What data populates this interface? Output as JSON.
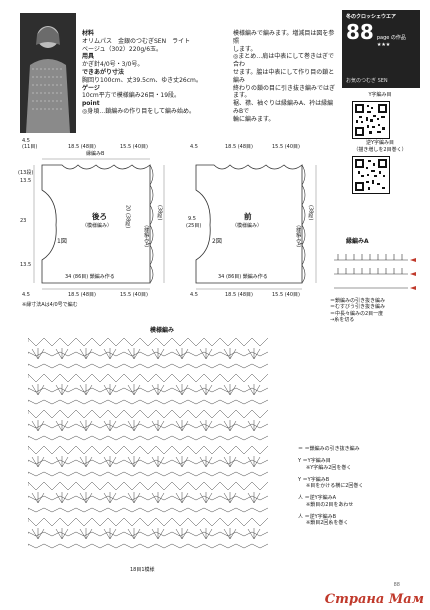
{
  "materials": {
    "heading": "材料",
    "yarn_line": "オリムパス　金銀のつむぎSEN　ライト",
    "yarn_detail": "ベージュ（302）220g/6玉。",
    "tools_heading": "用具",
    "tools": "かぎ針4/0号・3/0号。",
    "size_heading": "できあがり寸法",
    "size": "胸回り100cm、丈39.5cm、ゆき丈26cm。",
    "gauge_heading": "ゲージ",
    "gauge": "10cm平方で模様編み26目・19段。",
    "point_heading": "point",
    "point": "◎身頃…鎖編みの作り目をして編み始め。"
  },
  "instructions": {
    "lines": [
      "模様編みで編みます。増減目は図を参照",
      "します。",
      "◎まとめ…肩は中表にして巻きはぎで合わ",
      "せます。脇は中表にして作り目の鎖と編み",
      "終わりの鎖の目に引き抜き編みではぎます。",
      "裾、襟、袖ぐりは縁編みA、衿は縁編みBで",
      "輪に編みます。"
    ]
  },
  "badge": {
    "series": "冬のクロッシェウエア",
    "number": "88",
    "suffix": "page の作品 ★★★",
    "footer": "お気のつむぎ SEN"
  },
  "qr": {
    "label1": "Y字編み目",
    "label2": "逆Y字編み目",
    "label2_sub": "（描き増しを2目巻く）"
  },
  "back": {
    "title": "後ろ",
    "subtitle": "（模様編み）",
    "fig": "1図",
    "top_left": "4.5",
    "top_left2": "(11目)",
    "top_mid": "18.5 (48目)",
    "top_right": "15.5 (40目)",
    "bottom": "34 (86目) 鎖編み作る",
    "bottom_left": "4.5",
    "bottom_mid": "18.5 (48目)",
    "bottom_right": "15.5 (40目)",
    "side_h": "(13段)",
    "left_a": "13.5",
    "left_b": "23",
    "left_c": "13.5",
    "right_h": "(38段)",
    "center": "20 (38段)",
    "edge_label": "（縁編みA）",
    "edge_label2": "（模様編み）",
    "note_top": "縁編みB",
    "note_bottom": "※縁寸法Aは4/0号で編む"
  },
  "front": {
    "title": "前",
    "subtitle": "（模様編み）",
    "fig": "2図",
    "top_left": "4.5",
    "top_mid": "18.5 (48目)",
    "top_right": "15.5 (40目)",
    "side_a": "9.5",
    "side_b": "(25目)",
    "bottom": "34 (86目) 鎖編み作る",
    "bottom_left": "4.5",
    "bottom_mid": "18.5 (48目)",
    "bottom_right": "15.5 (40目)",
    "right_h": "(38段)",
    "edge_label": "（縁編みA）",
    "edge_label2": "（模様編み）"
  },
  "edging": {
    "title": "縁編みA",
    "legend": [
      "＝鎖編みの引き抜き編み",
      "＝むすびう引き抜き編み",
      "＝中長々編みの2目一度"
    ],
    "note": "→糸を切る"
  },
  "pattern": {
    "title": "模様編み",
    "start_label": "18目1模様"
  },
  "legend": {
    "items": [
      {
        "sym": "＝",
        "text": "＝鎖編みの引き抜き編み"
      },
      {
        "sym": "Y",
        "text": "＝Y字編み目",
        "sub": "※Y字編み2回を巻く"
      },
      {
        "sym": "Y",
        "text": "＝Y字編みB",
        "sub": "※目をかける横に2回巻く"
      },
      {
        "sym": "人",
        "text": "＝逆Y字編みA",
        "sub": "※鎖目の2目をあわせ"
      },
      {
        "sym": "人",
        "text": "＝逆Y字編みB",
        "sub": "※鎖目2回糸を巻く"
      }
    ]
  },
  "footer": {
    "logo": "Страна Мам",
    "page": "88"
  }
}
